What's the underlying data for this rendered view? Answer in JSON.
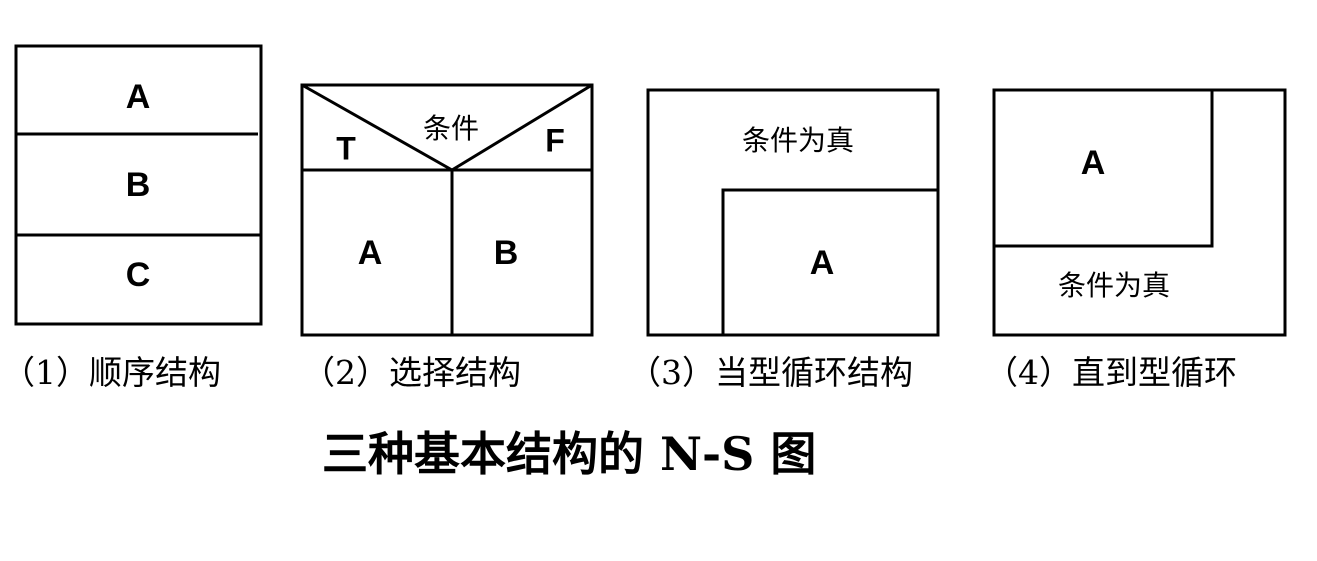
{
  "title": "三种基本结构的 N-S 图",
  "sequence": {
    "caption": "（1）顺序结构",
    "blocks": [
      "A",
      "B",
      "C"
    ]
  },
  "selection": {
    "caption": "（2）选择结构",
    "condition": "条件",
    "true_label": "T",
    "false_label": "F",
    "true_branch": "A",
    "false_branch": "B"
  },
  "while_loop": {
    "caption": "（3）当型循环结构",
    "condition": "条件为真",
    "body": "A"
  },
  "until_loop": {
    "caption": "（4）直到型循环",
    "body": "A",
    "condition": "条件为真"
  }
}
